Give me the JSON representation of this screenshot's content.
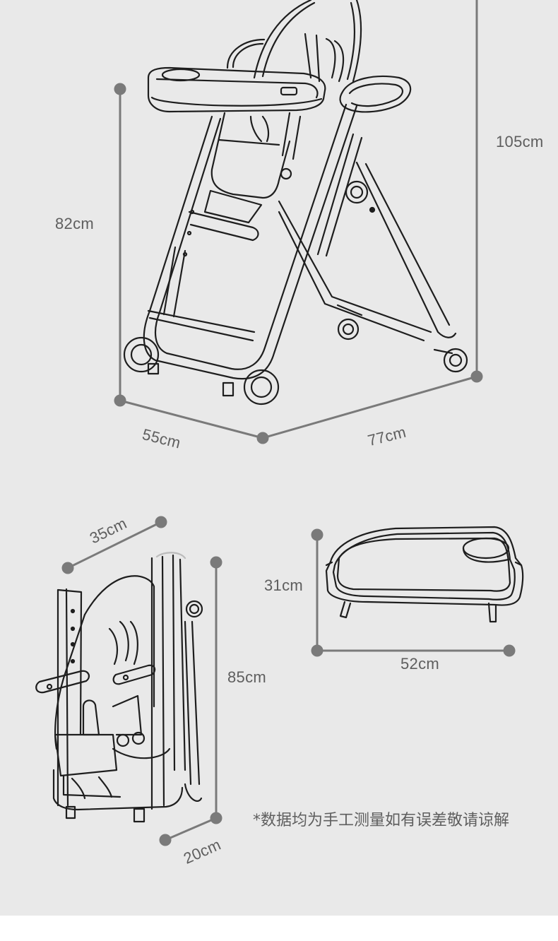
{
  "labels": {
    "full_height": "105cm",
    "seat_height": "82cm",
    "base_width": "55cm",
    "base_depth": "77cm",
    "folded_width": "35cm",
    "folded_height": "85cm",
    "folded_depth": "20cm",
    "tray_height": "31cm",
    "tray_width": "52cm"
  },
  "note": "*数据均为手工测量如有误差敬请谅解",
  "colors": {
    "background": "#e9e9e9",
    "dimension_line": "#7a7a7a",
    "drawing_stroke": "#1e1e1e",
    "label_text": "#5e5e5e"
  }
}
